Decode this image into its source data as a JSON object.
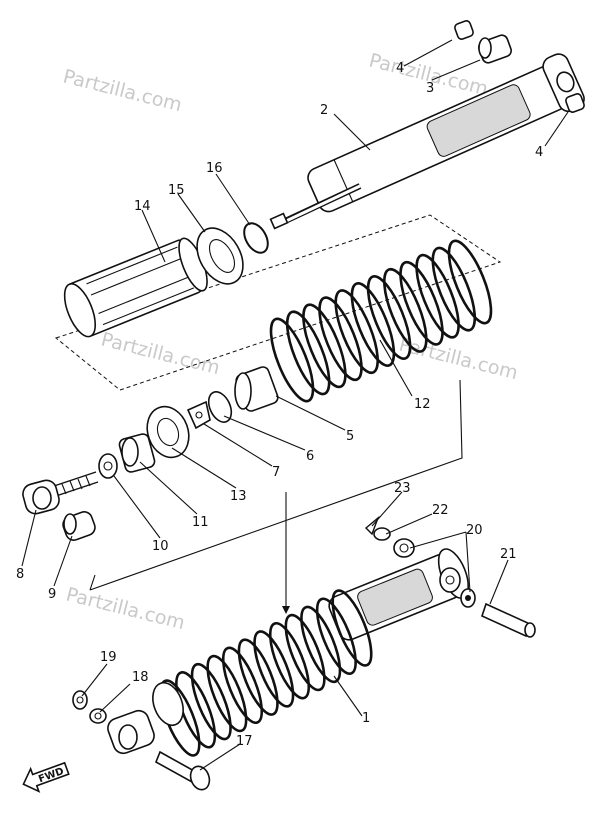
{
  "diagram": {
    "watermarks": [
      "Partzilla.com",
      "Partzilla.com",
      "Partzilla.com",
      "Partzilla.com",
      "Partzilla.com"
    ],
    "fwd_label": "FWD",
    "callouts": [
      {
        "id": "c1",
        "text": "1"
      },
      {
        "id": "c2",
        "text": "2"
      },
      {
        "id": "c3",
        "text": "3"
      },
      {
        "id": "c4a",
        "text": "4"
      },
      {
        "id": "c4b",
        "text": "4"
      },
      {
        "id": "c5",
        "text": "5"
      },
      {
        "id": "c6",
        "text": "6"
      },
      {
        "id": "c7",
        "text": "7"
      },
      {
        "id": "c8",
        "text": "8"
      },
      {
        "id": "c9",
        "text": "9"
      },
      {
        "id": "c10",
        "text": "10"
      },
      {
        "id": "c11",
        "text": "11"
      },
      {
        "id": "c12",
        "text": "12"
      },
      {
        "id": "c13",
        "text": "13"
      },
      {
        "id": "c14",
        "text": "14"
      },
      {
        "id": "c15",
        "text": "15"
      },
      {
        "id": "c16",
        "text": "16"
      },
      {
        "id": "c17",
        "text": "17"
      },
      {
        "id": "c18",
        "text": "18"
      },
      {
        "id": "c19",
        "text": "19"
      },
      {
        "id": "c20",
        "text": "20"
      },
      {
        "id": "c21",
        "text": "21"
      },
      {
        "id": "c22",
        "text": "22"
      },
      {
        "id": "c23",
        "text": "23"
      }
    ]
  }
}
